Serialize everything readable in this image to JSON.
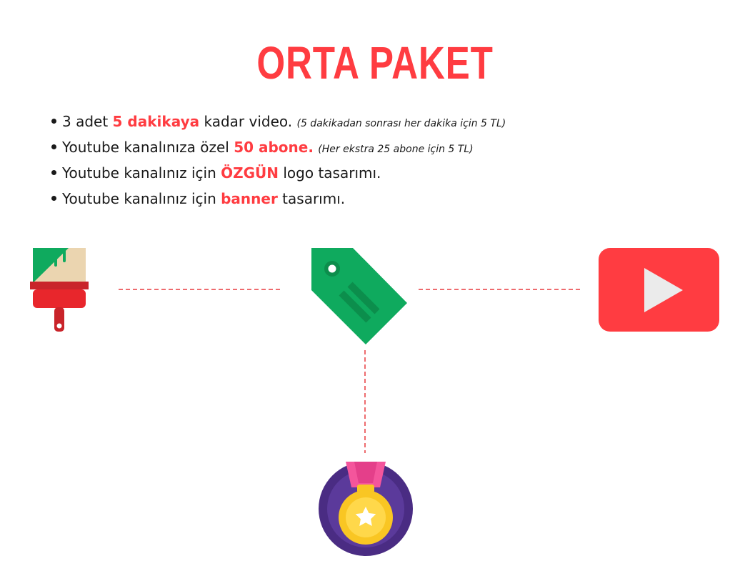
{
  "title": "ORTA PAKET",
  "features": [
    {
      "pre": "3 adet ",
      "highlight": "5 dakikaya",
      "post": " kadar video.",
      "note": "(5 dakikadan sonrası her dakika için 5 TL)"
    },
    {
      "pre": "Youtube kanalınıza özel ",
      "highlight": "50 abone.",
      "post": "",
      "note": "(Her ekstra 25 abone için 5 TL)"
    },
    {
      "pre": "Youtube kanalınız için ",
      "highlight": "ÖZGÜN",
      "post": " logo tasarımı.",
      "note": ""
    },
    {
      "pre": "Youtube kanalınız için ",
      "highlight": "banner",
      "post": " tasarımı.",
      "note": ""
    }
  ],
  "colors": {
    "accent": "#ff3c41",
    "green": "#0faa5e",
    "purple": "#4a2c83",
    "gold": "#f9c623"
  },
  "icons": [
    "paintbrush-icon",
    "price-tag-icon",
    "youtube-play-icon",
    "medal-icon"
  ]
}
